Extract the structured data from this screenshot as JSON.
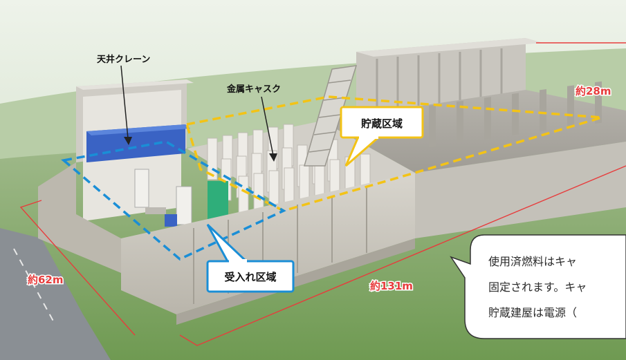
{
  "labels": {
    "crane": "天井クレーン",
    "cask": "金属キャスク",
    "storage_area": "貯蔵区域",
    "receiving_area": "受入れ区域"
  },
  "dimensions": {
    "height": "約28m",
    "width": "約62m",
    "length": "約131m"
  },
  "callout": {
    "line1": "使用済燃料はキャ",
    "line2": "固定されます。キャ",
    "line3": "貯蔵建屋は電源（"
  },
  "colors": {
    "storage_outline": "#f3c316",
    "receiving_outline": "#1a8ed6",
    "dimension_line": "#e73c3c",
    "crane": "#3a63c4",
    "receiving_box": "#2d6db5"
  },
  "chart_data": {
    "type": "diagram",
    "description_items": [
      "天井クレーン",
      "金属キャスク",
      "貯蔵区域",
      "受入れ区域"
    ],
    "dimensions": [
      "約28m",
      "約62m",
      "約131m"
    ]
  }
}
